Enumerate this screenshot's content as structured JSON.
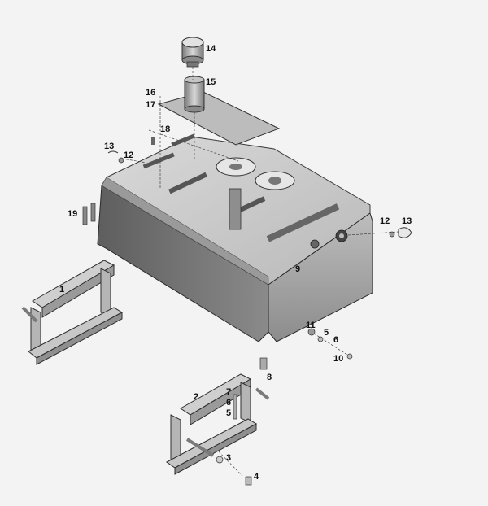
{
  "diagram": {
    "callouts": {
      "c1": "1",
      "c2": "2",
      "c3": "3",
      "c4": "4",
      "c5a": "5",
      "c5b": "5",
      "c6a": "6",
      "c6b": "6",
      "c7": "7",
      "c8": "8",
      "c9": "9",
      "c10": "10",
      "c11": "11",
      "c12a": "12",
      "c12b": "12",
      "c13a": "13",
      "c13b": "13",
      "c14": "14",
      "c15": "15",
      "c16": "16",
      "c17": "17",
      "c18": "18",
      "c19": "19"
    },
    "colors": {
      "background": "#f3f3f3",
      "metal_light": "#cfcfcf",
      "metal_mid": "#a8a8a8",
      "metal_dark": "#6a6a6a",
      "outline": "#3a3a3a"
    }
  }
}
